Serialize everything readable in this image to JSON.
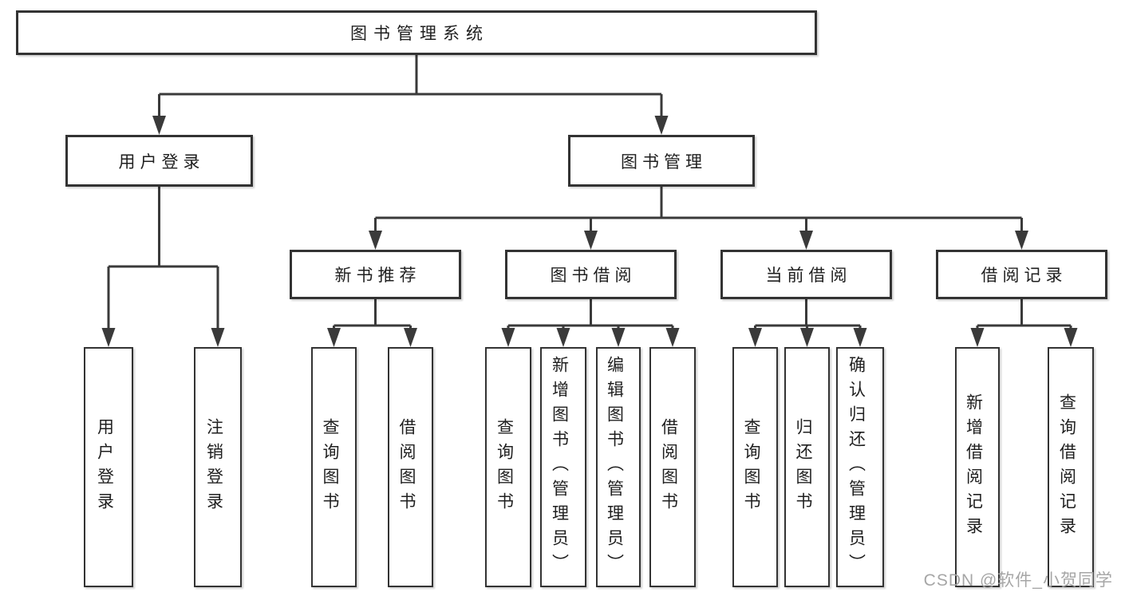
{
  "diagram": {
    "root": {
      "label": "图书管理系统",
      "children": [
        {
          "label": "用户登录",
          "children": [
            {
              "label": "用户登录"
            },
            {
              "label": "注销登录"
            }
          ]
        },
        {
          "label": "图书管理",
          "children": [
            {
              "label": "新书推荐",
              "children": [
                {
                  "label": "查询图书"
                },
                {
                  "label": "借阅图书"
                }
              ]
            },
            {
              "label": "图书借阅",
              "children": [
                {
                  "label": "查询图书"
                },
                {
                  "label": "新增图书（管理员）"
                },
                {
                  "label": "编辑图书（管理员）"
                },
                {
                  "label": "借阅图书"
                }
              ]
            },
            {
              "label": "当前借阅",
              "children": [
                {
                  "label": "查询图书"
                },
                {
                  "label": "归还图书"
                },
                {
                  "label": "确认归还（管理员）"
                }
              ]
            },
            {
              "label": "借阅记录",
              "children": [
                {
                  "label": "新增借阅记录"
                },
                {
                  "label": "查询借阅记录"
                }
              ]
            }
          ]
        }
      ]
    },
    "colors": {
      "line": "#3a3a3a",
      "text": "#1f1f1f",
      "box_background": "#ffffff",
      "watermark": "#a6a6a6"
    }
  },
  "watermark": {
    "text": "CSDN @软件_小贺同学"
  }
}
